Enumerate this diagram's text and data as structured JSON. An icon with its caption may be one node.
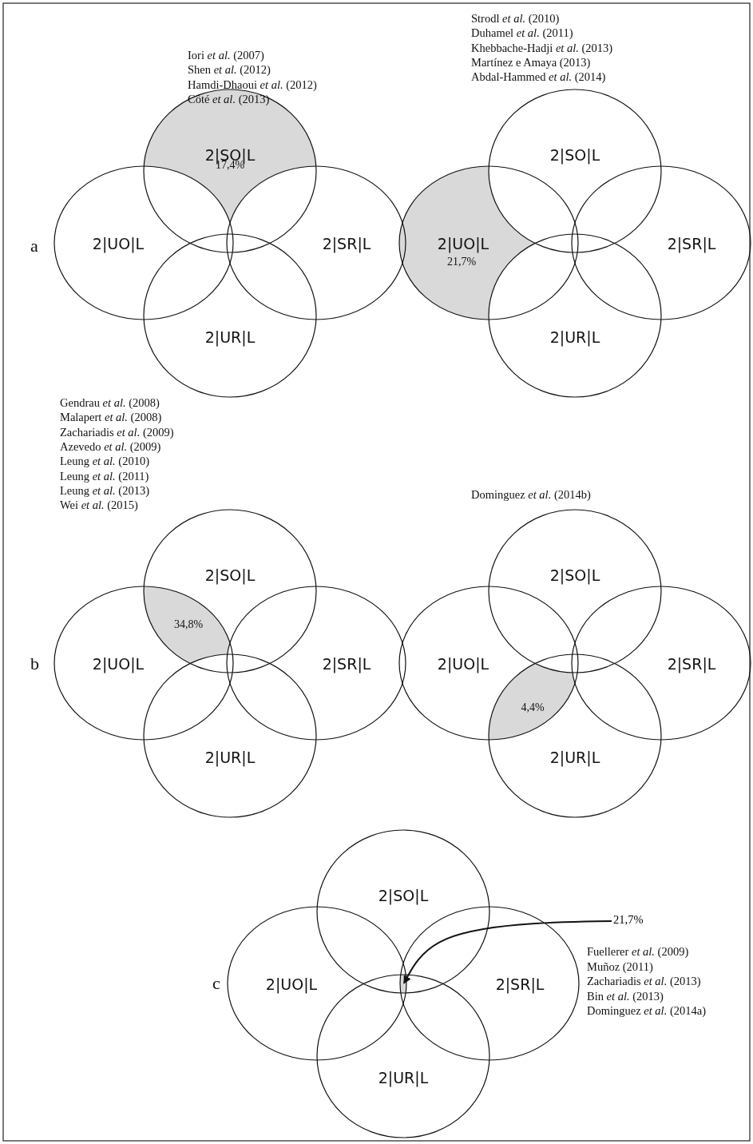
{
  "diagram": {
    "nodes": [
      {
        "text": [
          "2|SO|L",
          "17,4%"
        ]
      },
      {
        "text": [
          "2|UO|L"
        ]
      },
      {
        "text": [
          "2|SR|L"
        ]
      },
      {
        "text": [
          "2|UR|L"
        ]
      },
      {
        "text": [
          "2|SO|L"
        ]
      },
      {
        "text": [
          "2|UO|L",
          "21,7%"
        ]
      },
      {
        "text": [
          "2|SR|L"
        ]
      },
      {
        "text": [
          "2|UR|L"
        ]
      },
      {
        "text": [
          "2|SO|L"
        ]
      },
      {
        "text": [
          "2|UO|L"
        ]
      },
      {
        "text": [
          "2|SR|L"
        ]
      },
      {
        "text": [
          "2|UR|L"
        ]
      },
      {
        "text": [
          "34,8%"
        ]
      },
      {
        "text": [
          "2|SO|L"
        ]
      },
      {
        "text": [
          "2|UO|L"
        ]
      },
      {
        "text": [
          "2|SR|L"
        ]
      },
      {
        "text": [
          "2|UR|L"
        ]
      },
      {
        "text": [
          "4,4%"
        ]
      },
      {
        "text": [
          "2|SO|L"
        ]
      },
      {
        "text": [
          "2|UO|L"
        ]
      },
      {
        "text": [
          "2|SR|L"
        ]
      },
      {
        "text": [
          "2|UR|L"
        ]
      },
      {
        "text": [],
        "shape": "region"
      },
      {
        "text": [
          "21,7%"
        ]
      }
    ],
    "edges": [
      {
        "from": 23,
        "to": 22,
        "arrow": "to"
      }
    ],
    "labels": [
      "Iori *et al.* (2007)",
      "Shen *et al.* (2012)",
      "Hamdi-Dhaoui *et al.* (2012)",
      "Côté *et al.* (2013)",
      "Strodl *et al.* (2010)",
      "Duhamel *et al.* (2011)",
      "Khebbache-Hadji *et al.* (2013)",
      "Martínez e Amaya (2013)",
      "Abdal-Hammed *et al.* (2014)",
      "a",
      "Gendrau *et al.* (2008)",
      "Malapert *et al.* (2008)",
      "Zachariadis *et al.* (2009)",
      "Azevedo *et al.* (2009)",
      "Leung *et al.* (2010)",
      "Leung *et al.* (2011)",
      "Leung *et al.* (2013)",
      "Wei *et al.* (2015)",
      "Dominguez *et al.* (2014b)",
      "b",
      "c",
      "Fuellerer *et al.* (2009)",
      "Muñoz (2011)",
      "Zachariadis *et al.* (2013)",
      "Bin *et al.* (2013)",
      "Dominguez *et al.* (2014a)"
    ]
  }
}
